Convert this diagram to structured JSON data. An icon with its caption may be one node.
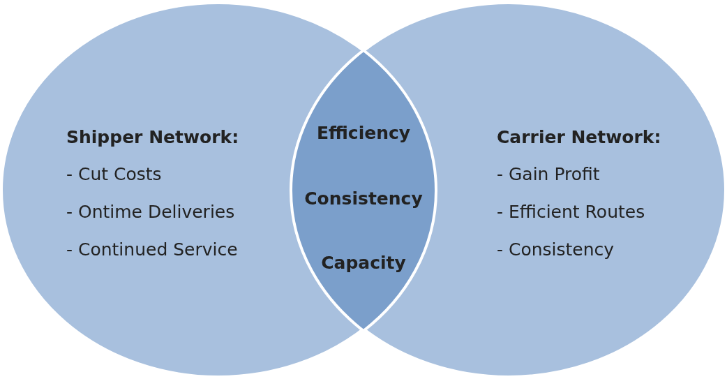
{
  "diagram": {
    "nodes": [
      {
        "text": [
          "Shipper Network:",
          "- Cut Costs",
          "- Ontime Deliveries",
          "- Continued Service"
        ]
      },
      {
        "text": [
          "Carrier Network:",
          "- Gain Profit",
          "- Efficient Routes",
          "- Consistency"
        ]
      },
      {
        "text": [
          "Efficiency",
          "Consistency",
          "Capacity"
        ]
      }
    ]
  }
}
